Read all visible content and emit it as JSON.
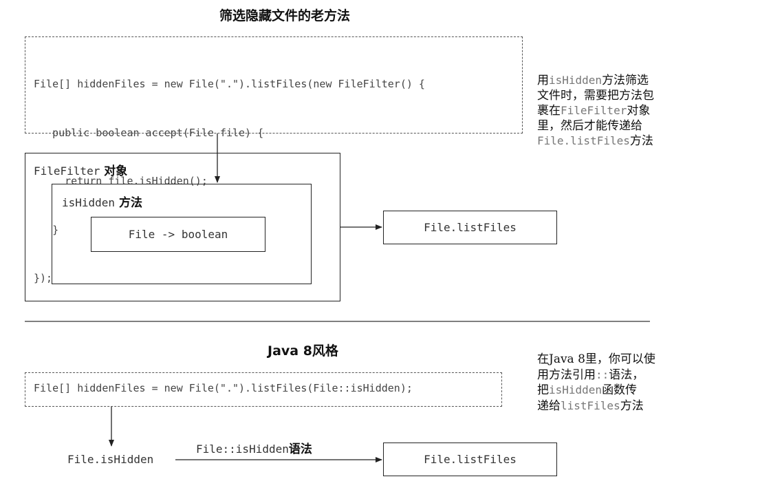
{
  "top": {
    "title": "筛选隐藏文件的老方法",
    "code_lines": [
      "File[] hiddenFiles = new File(\".\").listFiles(new FileFilter() {",
      "   public boolean accept(File file) {",
      "     return file.isHidden();",
      "   }",
      "});"
    ],
    "note": [
      [
        {
          "t": "用",
          "m": false
        },
        {
          "t": "isHidden",
          "m": true
        },
        {
          "t": "方法筛选",
          "m": false
        }
      ],
      [
        {
          "t": "文件时，需要把方法包",
          "m": false
        }
      ],
      [
        {
          "t": "裹在",
          "m": false
        },
        {
          "t": "FileFilter",
          "m": true
        },
        {
          "t": "对象",
          "m": false
        }
      ],
      [
        {
          "t": "里，然后才能传递给",
          "m": false
        }
      ],
      [
        {
          "t": "File.listFiles",
          "m": true
        },
        {
          "t": "方法",
          "m": false
        }
      ]
    ],
    "outer_box": {
      "mono": "FileFilter",
      "cn": " 对象"
    },
    "mid_box": {
      "mono": "isHidden",
      "cn": " 方法"
    },
    "inner_box": "File -> boolean",
    "target_box": "File.listFiles"
  },
  "bottom": {
    "title": "Java 8风格",
    "code": "File[] hiddenFiles = new File(\".\").listFiles(File::isHidden);",
    "note": [
      [
        {
          "t": "在Java 8里，你可以使",
          "m": false
        }
      ],
      [
        {
          "t": "用方法引用",
          "m": false
        },
        {
          "t": "::",
          "m": true
        },
        {
          "t": "语法，",
          "m": false
        }
      ],
      [
        {
          "t": "把",
          "m": false
        },
        {
          "t": "isHidden",
          "m": true
        },
        {
          "t": "函数传",
          "m": false
        }
      ],
      [
        {
          "t": "递给",
          "m": false
        },
        {
          "t": "listFiles",
          "m": true
        },
        {
          "t": "方法",
          "m": false
        }
      ]
    ],
    "source_label": "File.isHidden",
    "arrow_label": {
      "mono": "File::isHidden",
      "cn": "语法"
    },
    "target_box": "File.listFiles"
  }
}
